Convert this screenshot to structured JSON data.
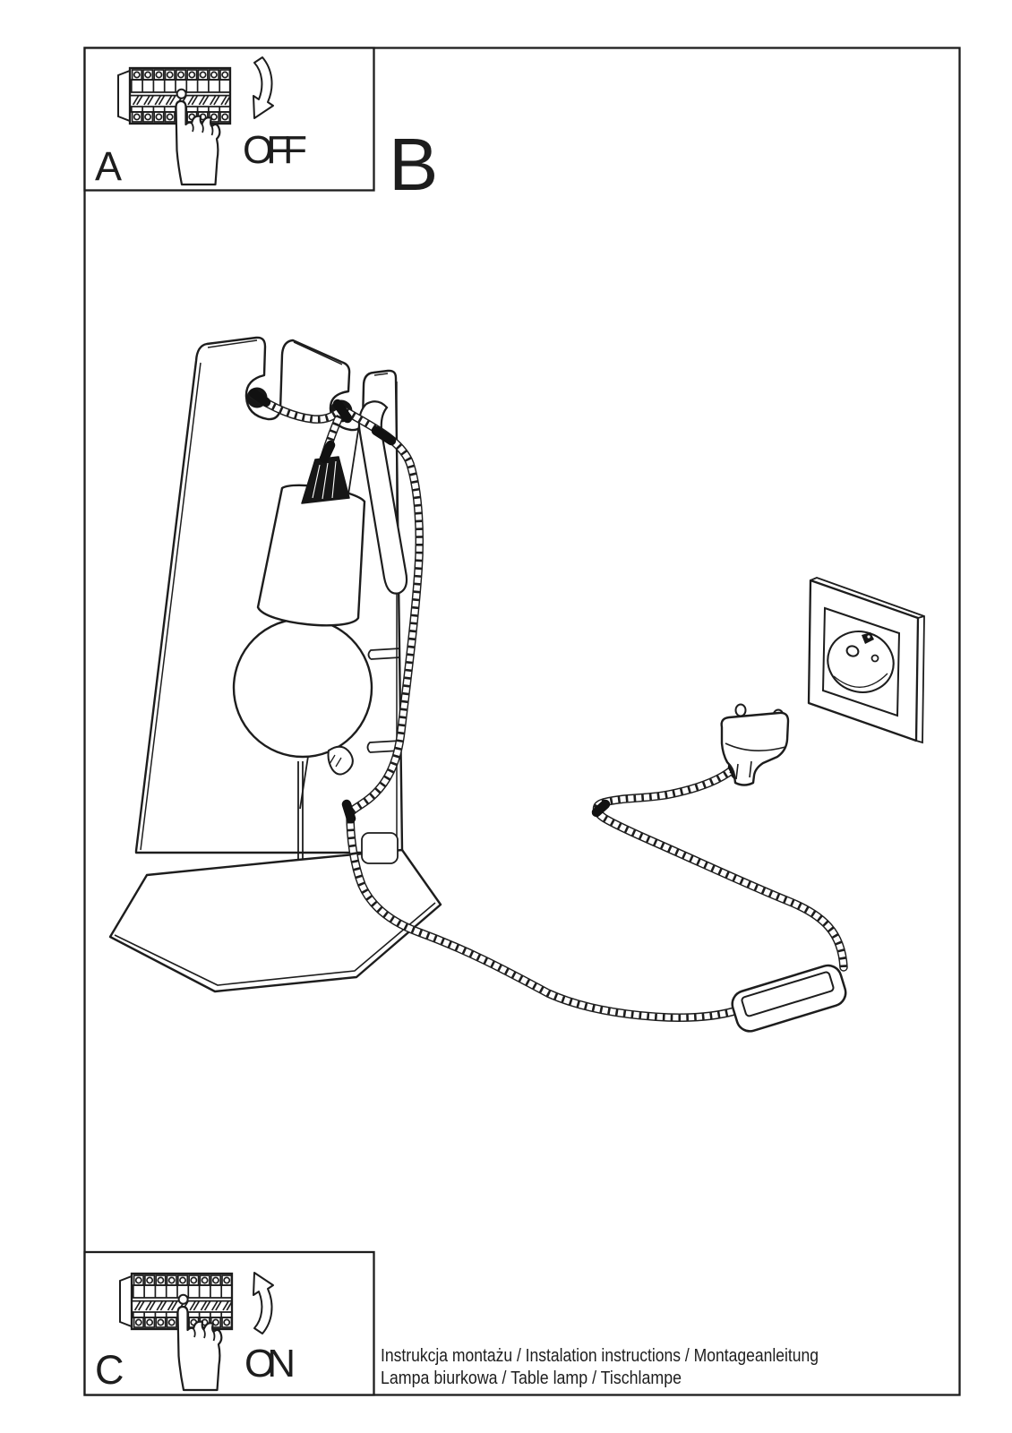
{
  "page": {
    "background": "#ffffff",
    "ink": "#1d1d1d"
  },
  "sections": {
    "a": {
      "label": "A",
      "action_label": "OFF"
    },
    "b": {
      "label": "B"
    },
    "c": {
      "label": "C",
      "action_label": "ON"
    }
  },
  "figure": {
    "step_a_icons": [
      "circuit-breaker-panel-icon",
      "pressing-hand-icon",
      "curved-arrow-down-icon"
    ],
    "step_b_icons": [
      "desk-lamp-line-art",
      "mounting-plate",
      "keyhole-slots",
      "light-bulb",
      "lamp-socket",
      "base-plate",
      "textured-power-cord",
      "inline-switch",
      "euro-plug",
      "wall-socket"
    ],
    "step_c_icons": [
      "circuit-breaker-panel-icon",
      "pressing-hand-icon",
      "curved-arrow-up-icon"
    ]
  },
  "footer": {
    "line1": "Instrukcja montażu / Instalation instructions / Montageanleitung",
    "line2": "Lampa biurkowa / Table lamp / Tischlampe"
  }
}
